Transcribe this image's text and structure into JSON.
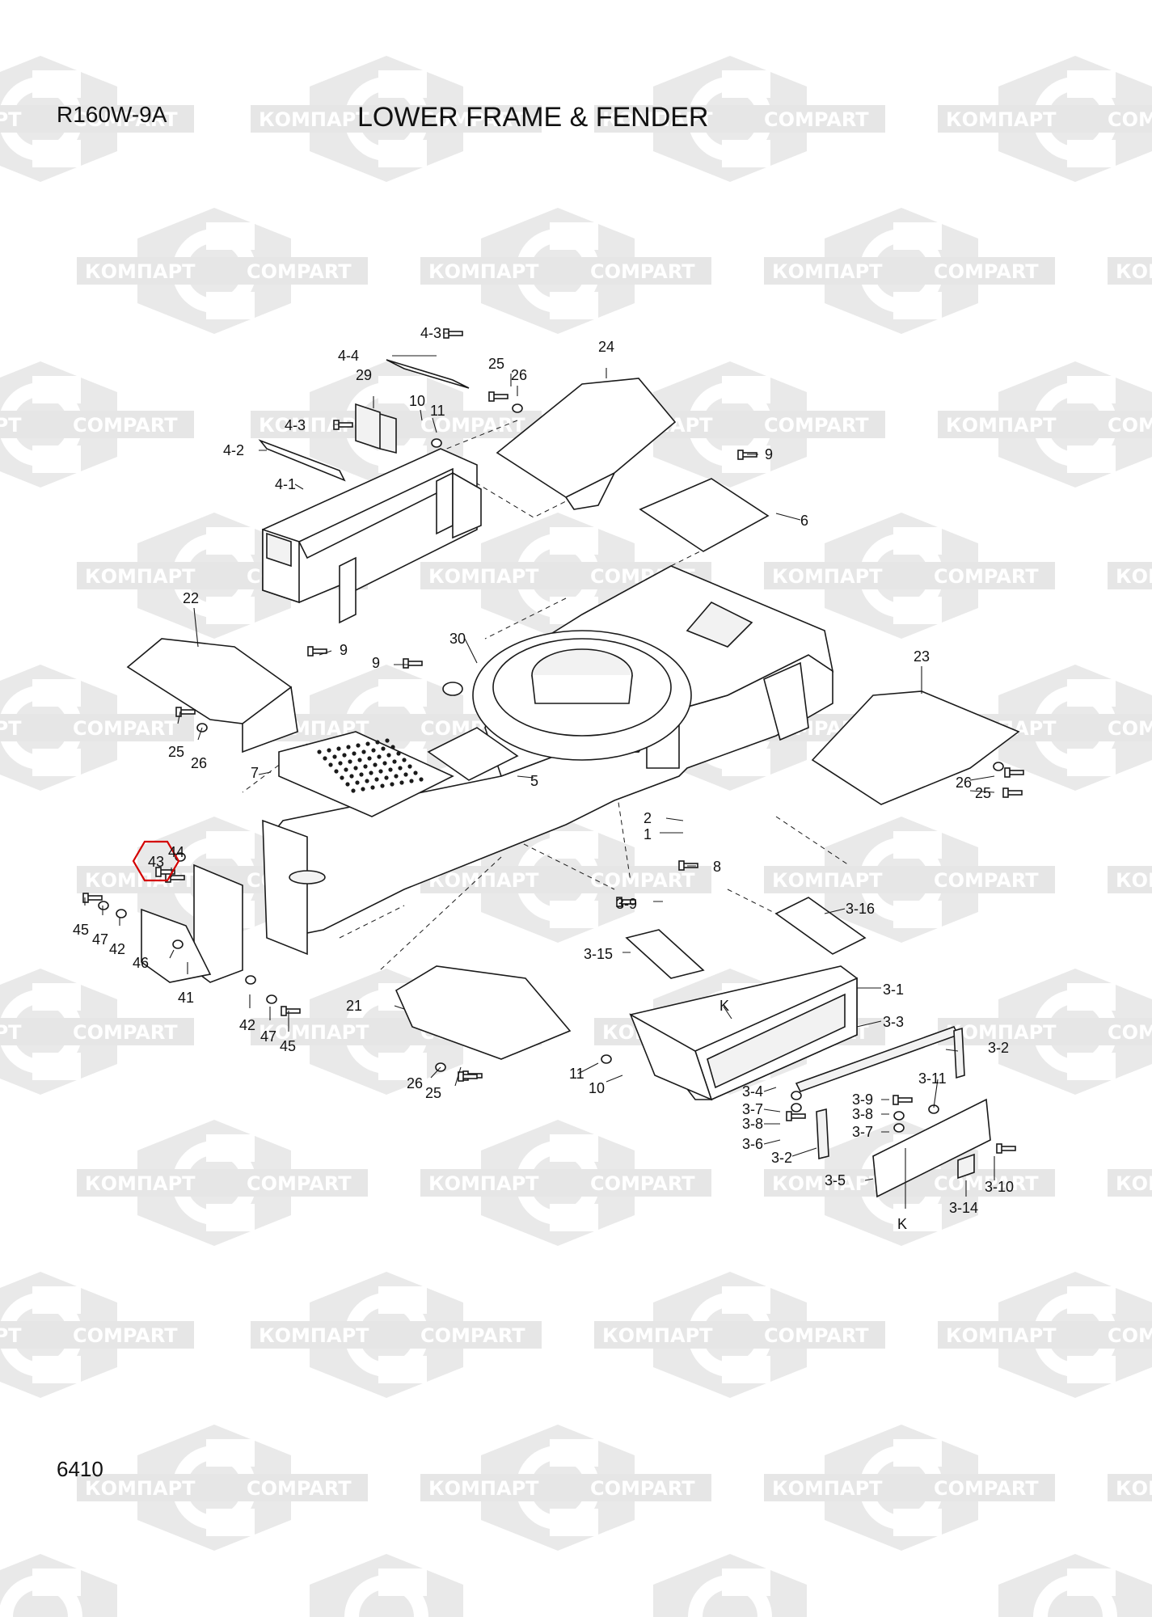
{
  "header": {
    "model": "R160W-9A",
    "title": "LOWER FRAME & FENDER"
  },
  "footer": {
    "page_number": "6410"
  },
  "watermark": {
    "text_latin": "COMPART",
    "text_cyrillic": "КОМПАРТ",
    "color": "#e6e6e6"
  },
  "highlight": {
    "part": "43",
    "color": "#d40000"
  },
  "callouts": {
    "c4_3_top": "4-3",
    "c4_4": "4-4",
    "c29": "29",
    "c4_3_left": "4-3",
    "c4_2": "4-2",
    "c4_1": "4-1",
    "c10_top": "10",
    "c11_top": "11",
    "c25_top": "25",
    "c26_top": "26",
    "c24": "24",
    "c9_right": "9",
    "c6": "6",
    "c22": "22",
    "c9_mid": "9",
    "c9_center": "9",
    "c30": "30",
    "c23": "23",
    "c25_left": "25",
    "c26_left": "26",
    "c7": "7",
    "c5": "5",
    "c26_right": "26",
    "c25_right": "25",
    "c2": "2",
    "c1": "1",
    "c8": "8",
    "c43": "43",
    "c44": "44",
    "c45_left": "45",
    "c47_left": "47",
    "c42_left": "42",
    "c46": "46",
    "c41": "41",
    "c42_bottom": "42",
    "c47_bottom": "47",
    "c45_bottom": "45",
    "c21": "21",
    "c26_bottom": "26",
    "c25_bottom": "25",
    "c3_9_top": "3-9",
    "c3_16": "3-16",
    "c3_15": "3-15",
    "c3_1": "3-1",
    "c_k_top": "K",
    "c3_3": "3-3",
    "c3_2_right": "3-2",
    "c11_bottom": "11",
    "c10_bottom": "10",
    "c3_4": "3-4",
    "c3_7_left": "3-7",
    "c3_8_left": "3-8",
    "c3_6": "3-6",
    "c3_2_left": "3-2",
    "c3_9_right": "3-9",
    "c3_8_right": "3-8",
    "c3_7_right": "3-7",
    "c3_11": "3-11",
    "c3_5": "3-5",
    "c3_10": "3-10",
    "c3_14": "3-14",
    "c_k_bottom": "K"
  }
}
